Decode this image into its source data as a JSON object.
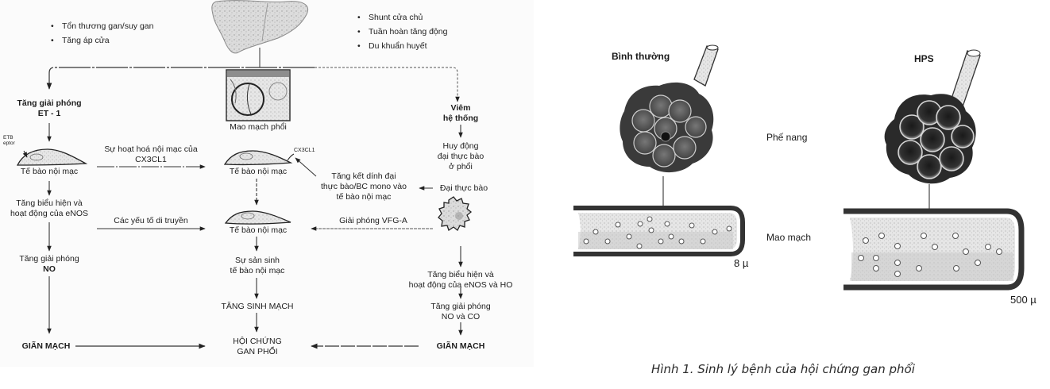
{
  "causes_left": [
    "Tổn thương gan/suy gan",
    "Tăng áp cửa"
  ],
  "causes_right": [
    "Shunt cửa chủ",
    "Tuần hoàn tăng động",
    "Du khuẩn huyết"
  ],
  "left_column": {
    "release_et1": [
      "Tăng giải phóng",
      "ET - 1"
    ],
    "et_receptor": [
      "ETB",
      "eptor"
    ],
    "endothelial_cell": "Tế bào nội mạc",
    "enos": [
      "Tăng biểu hiện và",
      "hoạt động của eNOS"
    ],
    "release_no": [
      "Tăng giải phóng",
      "NO"
    ],
    "vasodilation": "GIÃN MẠCH"
  },
  "middle_column": {
    "lung_capillary": "Mao mạch phổi",
    "endothelial_cell_1": "Tế bào nội mạc",
    "cx3cl1_tag": "CX3CL1",
    "endothelial_cell_2": "Tế bào nội mạc",
    "proliferation": [
      "Sự sản sinh",
      "tế bào nội mạc"
    ],
    "angiogenesis": "TĂNG SINH MẠCH",
    "hps": [
      "HỘI CHỨNG",
      "GAN PHỔI"
    ]
  },
  "right_column": {
    "inflammation": [
      "Viêm",
      "hệ thống"
    ],
    "mobilize": [
      "Huy động",
      "đại thực bào",
      "ở phổi"
    ],
    "macrophage": "Đại thực bào",
    "eNOS_HO": [
      "Tăng biểu hiện và",
      "hoạt động của eNOS và HO"
    ],
    "release_no_co": [
      "Tăng giải phóng",
      "NO và CO"
    ],
    "vasodilation": "GIÃN MẠCH"
  },
  "arrow_labels": {
    "activation": [
      "Sự hoạt hoá nội mạc của",
      "CX3CL1"
    ],
    "genetic": "Các yếu tố di truyền",
    "adhesion": [
      "Tăng kết dính đại",
      "thực bào/BC mono vào",
      "tế bào nội mạc"
    ],
    "vegf": "Giải phóng VFG-A"
  },
  "illustration": {
    "normal_label": "Bình thường",
    "hps_label": "HPS",
    "alveolus_label": "Phế nang",
    "capillary_label": "Mao mạch",
    "normal_diameter": "8 µ",
    "hps_diameter": "500 µ"
  },
  "caption": "Hình 1. Sinh lý bệnh của hội chứng gan phổi"
}
